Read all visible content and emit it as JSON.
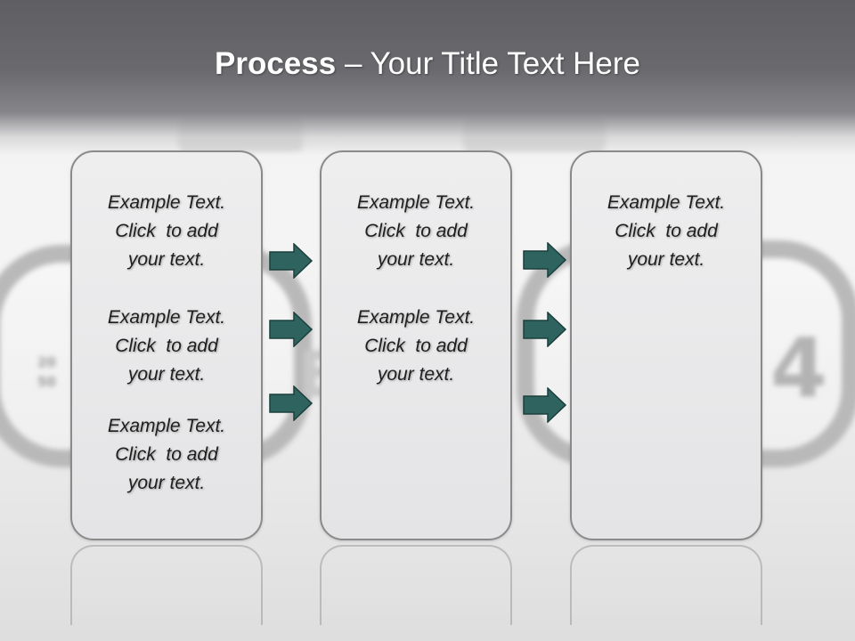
{
  "title": {
    "bold": "Process",
    "rest": " – Your Title Text Here"
  },
  "background": {
    "chart_text": [
      "20",
      "50",
      "E",
      "4"
    ]
  },
  "columns": [
    {
      "items": [
        {
          "lines": [
            "Example Text.",
            "Click  to add",
            "your text."
          ]
        },
        {
          "lines": [
            "Example Text.",
            "Click  to add",
            "your text."
          ]
        },
        {
          "lines": [
            "Example Text.",
            "Click  to add",
            "your text."
          ]
        }
      ]
    },
    {
      "items": [
        {
          "lines": [
            "Example Text.",
            "Click  to add",
            "your text."
          ]
        },
        {
          "lines": [
            "Example Text.",
            "Click  to add",
            "your text."
          ]
        }
      ]
    },
    {
      "items": [
        {
          "lines": [
            "Example Text.",
            "Click  to add",
            "your text."
          ]
        }
      ]
    }
  ],
  "arrows": {
    "icon": "right-arrow-icon",
    "fill": "#2f6360",
    "stroke": "#1c3f3c"
  }
}
